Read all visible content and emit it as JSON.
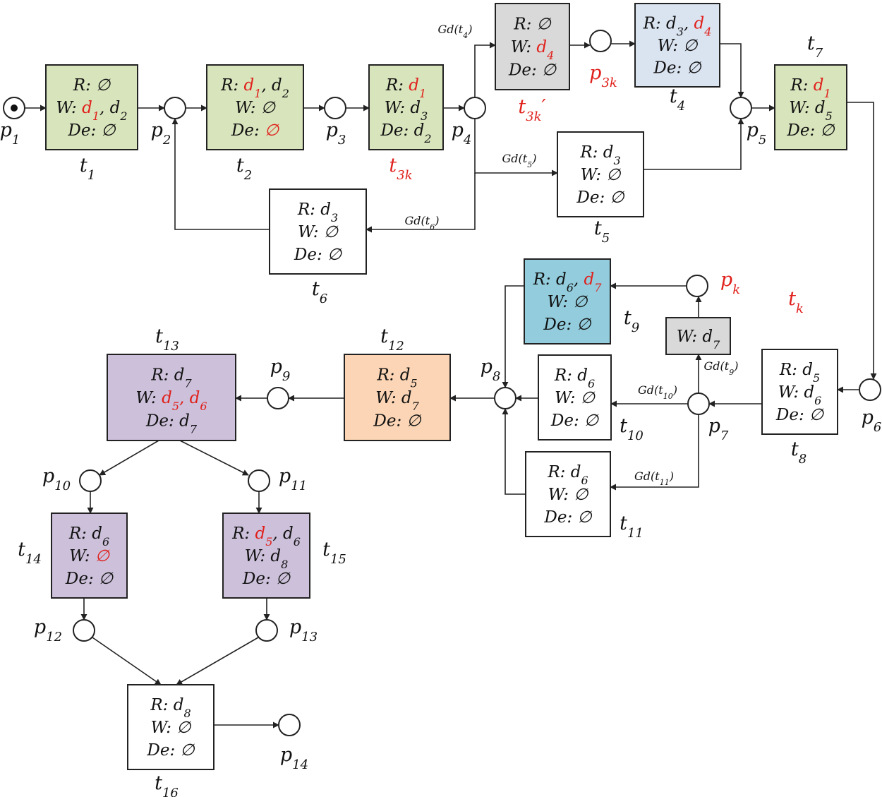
{
  "colors": {
    "green": "#d8e4bc",
    "gray": "#d9d9d9",
    "blue": "#dae3f0",
    "teal": "#93cddd",
    "purple": "#ccc0da",
    "orange": "#fbd5b5",
    "white": "#ffffff",
    "red": "#e0201b"
  },
  "transitions": [
    {
      "id": "t1",
      "color": "green",
      "label": "t",
      "sub": "1",
      "lines": [
        [
          {
            "t": "R: ∅"
          }
        ],
        [
          {
            "t": "W: "
          },
          {
            "t": "d",
            "s": "1",
            "red": true
          },
          {
            "t": ", d",
            "s": "2"
          }
        ],
        [
          {
            "t": "De: ∅"
          }
        ]
      ]
    },
    {
      "id": "t2",
      "color": "green",
      "label": "t",
      "sub": "2",
      "lines": [
        [
          {
            "t": "R: "
          },
          {
            "t": "d",
            "s": "1",
            "red": true
          },
          {
            "t": ", d",
            "s": "2"
          }
        ],
        [
          {
            "t": "W: ∅"
          }
        ],
        [
          {
            "t": "De: "
          },
          {
            "t": "∅",
            "red": true
          }
        ]
      ]
    },
    {
      "id": "t3k",
      "color": "green",
      "label": "t",
      "sub": "3k",
      "red": true,
      "lines": [
        [
          {
            "t": "R: "
          },
          {
            "t": "d",
            "s": "1",
            "red": true
          }
        ],
        [
          {
            "t": "W: d",
            "s": "3"
          }
        ],
        [
          {
            "t": "De: d",
            "s": "2"
          }
        ]
      ]
    },
    {
      "id": "t3kp",
      "color": "gray",
      "label": "t",
      "sub": "3k",
      "prime": true,
      "red": true,
      "lines": [
        [
          {
            "t": "R: ∅"
          }
        ],
        [
          {
            "t": "W: "
          },
          {
            "t": "d",
            "s": "4",
            "red": true
          }
        ],
        [
          {
            "t": "De: ∅"
          }
        ]
      ]
    },
    {
      "id": "t4",
      "color": "blue",
      "label": "t",
      "sub": "4",
      "lines": [
        [
          {
            "t": "R: d",
            "s": "3"
          },
          {
            "t": ", "
          },
          {
            "t": "d",
            "s": "4",
            "red": true
          }
        ],
        [
          {
            "t": "W: ∅"
          }
        ],
        [
          {
            "t": "De: ∅"
          }
        ]
      ]
    },
    {
      "id": "t5",
      "color": "white",
      "label": "t",
      "sub": "5",
      "lines": [
        [
          {
            "t": "R: d",
            "s": "3"
          }
        ],
        [
          {
            "t": "W: ∅"
          }
        ],
        [
          {
            "t": "De: ∅"
          }
        ]
      ]
    },
    {
      "id": "t6",
      "color": "white",
      "label": "t",
      "sub": "6",
      "lines": [
        [
          {
            "t": "R: d",
            "s": "3"
          }
        ],
        [
          {
            "t": "W: ∅"
          }
        ],
        [
          {
            "t": "De: ∅"
          }
        ]
      ]
    },
    {
      "id": "t7",
      "color": "green",
      "label": "t",
      "sub": "7",
      "lines": [
        [
          {
            "t": "R: "
          },
          {
            "t": "d",
            "s": "1",
            "red": true
          }
        ],
        [
          {
            "t": "W: d",
            "s": "5"
          }
        ],
        [
          {
            "t": "De: ∅"
          }
        ]
      ]
    },
    {
      "id": "t8",
      "color": "white",
      "label": "t",
      "sub": "8",
      "lines": [
        [
          {
            "t": "R: d",
            "s": "5"
          }
        ],
        [
          {
            "t": "W: d",
            "s": "6"
          }
        ],
        [
          {
            "t": "De: ∅"
          }
        ]
      ]
    },
    {
      "id": "t9",
      "color": "teal",
      "label": "t",
      "sub": "9",
      "lines": [
        [
          {
            "t": "R: d",
            "s": "6"
          },
          {
            "t": ", "
          },
          {
            "t": "d",
            "s": "7",
            "red": true
          }
        ],
        [
          {
            "t": "W: ∅"
          }
        ],
        [
          {
            "t": "De: ∅"
          }
        ]
      ]
    },
    {
      "id": "tk",
      "color": "gray",
      "label": "t",
      "sub": "k",
      "red": true,
      "lines": [
        [
          {
            "t": "W: d",
            "s": "7"
          }
        ]
      ]
    },
    {
      "id": "t10",
      "color": "white",
      "label": "t",
      "sub": "10",
      "lines": [
        [
          {
            "t": "R: d",
            "s": "6"
          }
        ],
        [
          {
            "t": "W: ∅"
          }
        ],
        [
          {
            "t": "De: ∅"
          }
        ]
      ]
    },
    {
      "id": "t11",
      "color": "white",
      "label": "t",
      "sub": "11",
      "lines": [
        [
          {
            "t": "R: d",
            "s": "6"
          }
        ],
        [
          {
            "t": "W: ∅"
          }
        ],
        [
          {
            "t": "De: ∅"
          }
        ]
      ]
    },
    {
      "id": "t12",
      "color": "orange",
      "label": "t",
      "sub": "12",
      "lines": [
        [
          {
            "t": "R: d",
            "s": "5"
          }
        ],
        [
          {
            "t": "W: d",
            "s": "7"
          }
        ],
        [
          {
            "t": "De: ∅"
          }
        ]
      ]
    },
    {
      "id": "t13",
      "color": "purple",
      "label": "t",
      "sub": "13",
      "lines": [
        [
          {
            "t": "R: d",
            "s": "7"
          }
        ],
        [
          {
            "t": "W: "
          },
          {
            "t": "d",
            "s": "5",
            "red": true
          },
          {
            "t": ", ",
            "red": true
          },
          {
            "t": "d",
            "s": "6",
            "red": true
          }
        ],
        [
          {
            "t": "De: d",
            "s": "7"
          }
        ]
      ]
    },
    {
      "id": "t14",
      "color": "purple",
      "label": "t",
      "sub": "14",
      "lines": [
        [
          {
            "t": "R: d",
            "s": "6"
          }
        ],
        [
          {
            "t": "W: "
          },
          {
            "t": "∅",
            "red": true
          }
        ],
        [
          {
            "t": "De: ∅"
          }
        ]
      ]
    },
    {
      "id": "t15",
      "color": "purple",
      "label": "t",
      "sub": "15",
      "lines": [
        [
          {
            "t": "R: "
          },
          {
            "t": "d",
            "s": "5",
            "red": true
          },
          {
            "t": ", d",
            "s": "6"
          }
        ],
        [
          {
            "t": "W: d",
            "s": "8"
          }
        ],
        [
          {
            "t": "De: ∅"
          }
        ]
      ]
    },
    {
      "id": "t16",
      "color": "white",
      "label": "t",
      "sub": "16",
      "lines": [
        [
          {
            "t": "R: d",
            "s": "8"
          }
        ],
        [
          {
            "t": "W: ∅"
          }
        ],
        [
          {
            "t": "De: ∅"
          }
        ]
      ]
    }
  ],
  "places": [
    {
      "id": "p1",
      "label": "p",
      "sub": "1",
      "token": true
    },
    {
      "id": "p2",
      "label": "p",
      "sub": "2"
    },
    {
      "id": "p3",
      "label": "p",
      "sub": "3"
    },
    {
      "id": "p4",
      "label": "p",
      "sub": "4"
    },
    {
      "id": "p3k",
      "label": "p",
      "sub": "3k",
      "red": true
    },
    {
      "id": "p5",
      "label": "p",
      "sub": "5"
    },
    {
      "id": "p6",
      "label": "p",
      "sub": "6"
    },
    {
      "id": "p7",
      "label": "p",
      "sub": "7"
    },
    {
      "id": "pk",
      "label": "p",
      "sub": "k",
      "red": true
    },
    {
      "id": "p8",
      "label": "p",
      "sub": "8"
    },
    {
      "id": "p9",
      "label": "p",
      "sub": "9"
    },
    {
      "id": "p10",
      "label": "p",
      "sub": "10"
    },
    {
      "id": "p11",
      "label": "p",
      "sub": "11"
    },
    {
      "id": "p12",
      "label": "p",
      "sub": "12"
    },
    {
      "id": "p13",
      "label": "p",
      "sub": "13"
    },
    {
      "id": "p14",
      "label": "p",
      "sub": "14"
    }
  ],
  "guards": [
    {
      "id": "gd-t4",
      "pre": "Gd(t",
      "sub": "4",
      "post": ")"
    },
    {
      "id": "gd-t5",
      "pre": "Gd(t",
      "sub": "5",
      "post": ")"
    },
    {
      "id": "gd-t6",
      "pre": "Gd(t",
      "sub": "6",
      "post": ")"
    },
    {
      "id": "gd-t9",
      "pre": "Gd(t",
      "sub": "9",
      "post": ")"
    },
    {
      "id": "gd-t10",
      "pre": "Gd(t",
      "sub": "10",
      "post": ")"
    },
    {
      "id": "gd-t11",
      "pre": "Gd(t",
      "sub": "11",
      "post": ")"
    }
  ]
}
